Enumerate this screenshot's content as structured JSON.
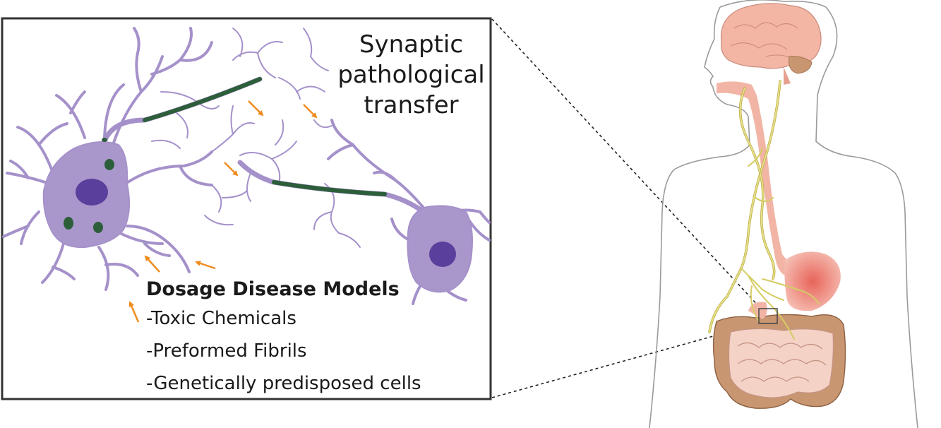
{
  "title": {
    "lines": [
      "Synaptic",
      "pathological",
      "transfer"
    ]
  },
  "models": {
    "heading": "Dosage Disease Models",
    "items": [
      "-Toxic Chemicals",
      "-Preformed Fibrils",
      "-Genetically predisposed cells"
    ]
  },
  "colors": {
    "neuron_fill": "#a997cb",
    "neuron_line": "#a591ca",
    "nucleus": "#5b3f9c",
    "aggregate": "#2d5e3a",
    "arrow": "#f08c1e",
    "nerve": "#e8e08a",
    "nerve_stroke": "#b7ab3d",
    "brain": "#f3b6a5",
    "gut": "#c99672",
    "esophagus": "#f2b5a5",
    "stomach": "#ee8a80",
    "body_outline": "#9a9a9a",
    "frame": "#333333"
  },
  "icons": [
    "neuron-icon",
    "arrow-icon",
    "human-body-icon",
    "brain-icon",
    "stomach-icon",
    "intestine-icon",
    "vagus-nerve-icon"
  ]
}
